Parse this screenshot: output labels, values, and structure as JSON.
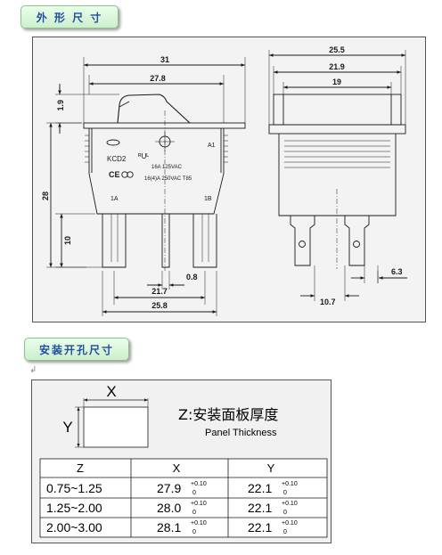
{
  "section1": {
    "title": "外 形 尺 寸"
  },
  "section2": {
    "title": "安装开孔尺寸"
  },
  "return_mark": "↲",
  "front_view": {
    "dims": {
      "total_width": "31",
      "body_width": "27.8",
      "rocker_height": "1.9",
      "height": "28",
      "terminal_length": "10",
      "terminal_thickness": "0.8",
      "terminal_pitch": "21.7",
      "base_width": "25.8"
    },
    "labels": {
      "model": "KCD2",
      "rating1": "16A 125VAC",
      "rating2": "16(4)A 250VAC T85",
      "ce": "CE",
      "ul": "ᴿUᴸ",
      "terminal_left": "1A",
      "terminal_right": "1B",
      "position_a1": "A1"
    }
  },
  "side_view": {
    "dims": {
      "outer_width": "25.5",
      "mid_width": "21.9",
      "inner_width": "19",
      "terminal_width": "6.3",
      "terminal_spacing": "10.7"
    }
  },
  "cutout": {
    "x_label": "X",
    "y_label": "Y",
    "title": "Z:安装面板厚度",
    "subtitle": "Panel Thickness",
    "table": {
      "headers": [
        "Z",
        "X",
        "Y"
      ],
      "rows": [
        {
          "z": "0.75~1.25",
          "x": "27.9",
          "x_tol_up": "+0.10",
          "x_tol_low": "0",
          "y": "22.1",
          "y_tol_up": "+0.10",
          "y_tol_low": "0"
        },
        {
          "z": "1.25~2.00",
          "x": "28.0",
          "x_tol_up": "+0.10",
          "x_tol_low": "0",
          "y": "22.1",
          "y_tol_up": "+0.10",
          "y_tol_low": "0"
        },
        {
          "z": "2.00~3.00",
          "x": "28.1",
          "x_tol_up": "+0.10",
          "x_tol_low": "0",
          "y": "22.1",
          "y_tol_up": "+0.10",
          "y_tol_low": "0"
        }
      ]
    }
  }
}
